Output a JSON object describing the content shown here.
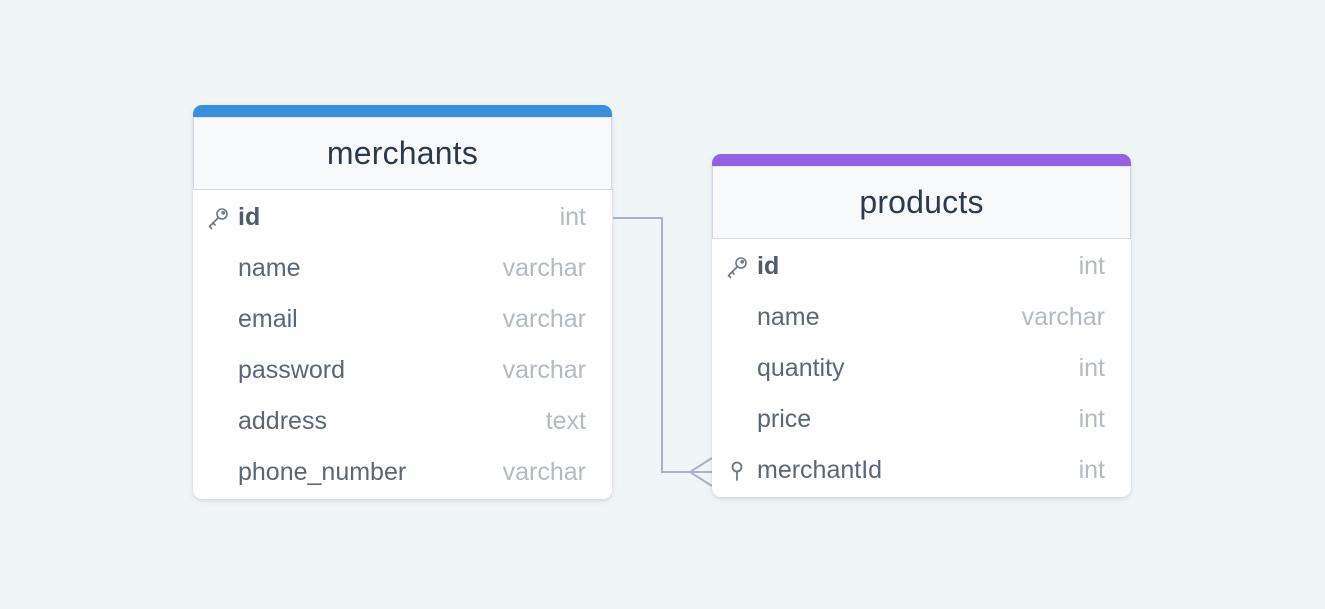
{
  "tables": [
    {
      "name": "merchants",
      "accent_color": "#3a8fdc",
      "columns": [
        {
          "name": "id",
          "type": "int",
          "primary_key": true,
          "icon": "key-icon"
        },
        {
          "name": "name",
          "type": "varchar"
        },
        {
          "name": "email",
          "type": "varchar"
        },
        {
          "name": "password",
          "type": "varchar"
        },
        {
          "name": "address",
          "type": "text"
        },
        {
          "name": "phone_number",
          "type": "varchar"
        }
      ]
    },
    {
      "name": "products",
      "accent_color": "#9461e0",
      "columns": [
        {
          "name": "id",
          "type": "int",
          "primary_key": true,
          "icon": "key-icon"
        },
        {
          "name": "name",
          "type": "varchar"
        },
        {
          "name": "quantity",
          "type": "int"
        },
        {
          "name": "price",
          "type": "int"
        },
        {
          "name": "merchantId",
          "type": "int",
          "foreign_key": true,
          "icon": "foreign-key-pin-icon"
        }
      ]
    }
  ],
  "relationships": [
    {
      "from": "merchants.id",
      "to": "products.merchantId",
      "cardinality": "one-to-many",
      "line_color": "#a7b3c4"
    }
  ]
}
